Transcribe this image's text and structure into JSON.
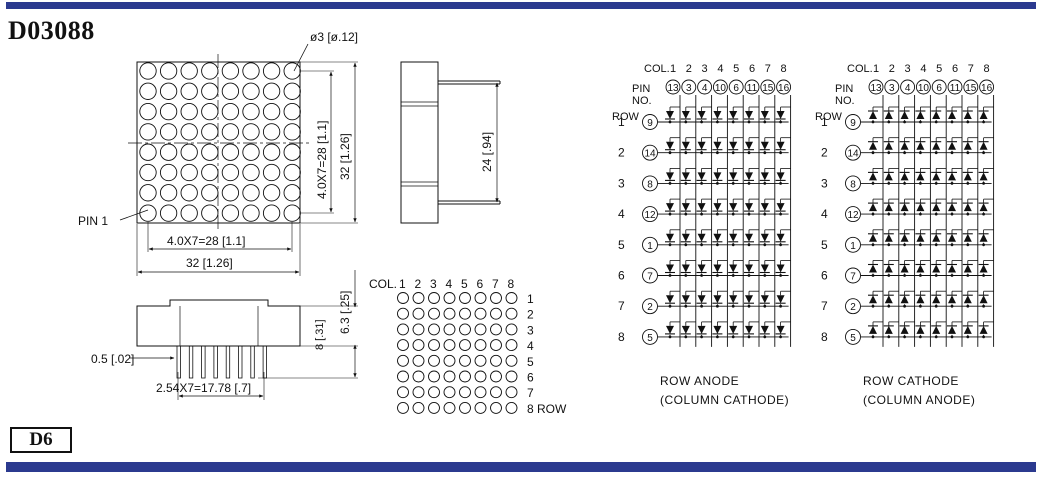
{
  "part_number": "D03088",
  "page_code": "D6",
  "colors": {
    "bar": "#2b3a8f",
    "ink": "#111111"
  },
  "front_view": {
    "hole_dim": "ø3 [ø.12]",
    "pin1_label": "PIN 1",
    "pitch_h": "4.0X7=28 [1.1]",
    "width": "32 [1.26]",
    "pitch_v": "4.0X7=28 [1.1]",
    "height": "32 [1.26]"
  },
  "side_view": {
    "pin_span": "24 [.94]"
  },
  "bottom_view": {
    "pin_width": "0.5 [.02]",
    "pin_pitch": "2.54X7=17.78 [.7]",
    "body_depth": "6.3 [.25]",
    "standoff": "8 [.31]"
  },
  "numbering": {
    "col_label": "COL.",
    "cols": [
      "1",
      "2",
      "3",
      "4",
      "5",
      "6",
      "7",
      "8"
    ],
    "rows": [
      "1",
      "2",
      "3",
      "4",
      "5",
      "6",
      "7"
    ],
    "last_row": "8 ROW"
  },
  "schematics": [
    {
      "col_label": "COL.",
      "pin_label_1": "PIN",
      "pin_label_2": "NO.",
      "row_label": "ROW",
      "cols": [
        "1",
        "2",
        "3",
        "4",
        "5",
        "6",
        "7",
        "8"
      ],
      "col_pins": [
        "13",
        "3",
        "4",
        "10",
        "6",
        "11",
        "15",
        "16"
      ],
      "rows": [
        "1",
        "2",
        "3",
        "4",
        "5",
        "6",
        "7",
        "8"
      ],
      "row_pins": [
        "9",
        "14",
        "8",
        "12",
        "1",
        "7",
        "2",
        "5"
      ],
      "caption_1": "ROW ANODE",
      "caption_2": "(COLUMN CATHODE)"
    },
    {
      "col_label": "COL.",
      "pin_label_1": "PIN",
      "pin_label_2": "NO.",
      "row_label": "ROW",
      "cols": [
        "1",
        "2",
        "3",
        "4",
        "5",
        "6",
        "7",
        "8"
      ],
      "col_pins": [
        "13",
        "3",
        "4",
        "10",
        "6",
        "11",
        "15",
        "16"
      ],
      "rows": [
        "1",
        "2",
        "3",
        "4",
        "5",
        "6",
        "7",
        "8"
      ],
      "row_pins": [
        "9",
        "14",
        "8",
        "12",
        "1",
        "7",
        "2",
        "5"
      ],
      "caption_1": "ROW CATHODE",
      "caption_2": "(COLUMN ANODE)"
    }
  ]
}
